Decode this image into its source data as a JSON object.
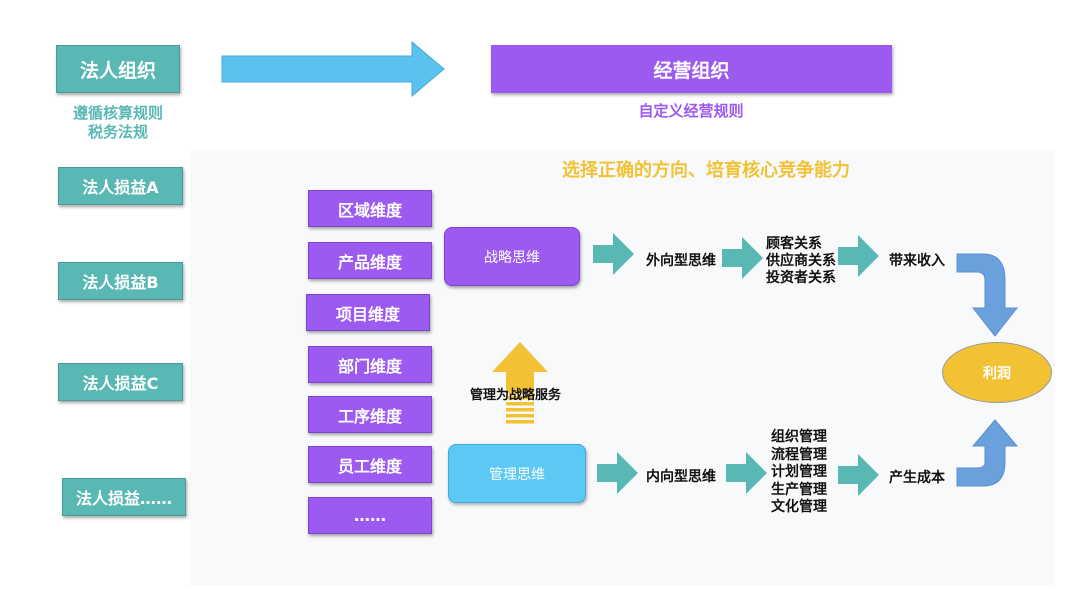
{
  "legal": {
    "title": "法人组织",
    "rules": [
      "遵循核算规则",
      "税务法规"
    ],
    "items": [
      "法人损益A",
      "法人损益B",
      "法人损益C",
      "法人损益……"
    ]
  },
  "business": {
    "title": "经营组织",
    "rule": "自定义经营规则",
    "slogan": "选择正确的方向、培育核心竞争能力"
  },
  "dimensions": [
    "区域维度",
    "产品维度",
    "项目维度",
    "部门维度",
    "工序维度",
    "员工维度",
    "……"
  ],
  "strategy": {
    "label": "战略思维",
    "type": "外向型思维",
    "relations": [
      "顾客关系",
      "供应商关系",
      "投资者关系"
    ],
    "result": "带来收入"
  },
  "management": {
    "label": "管理思维",
    "type": "内向型思维",
    "items": [
      "组织管理",
      "流程管理",
      "计划管理",
      "生产管理",
      "文化管理"
    ],
    "result": "产生成本",
    "serve": "管理为战略服务"
  },
  "profit": "利润",
  "colors": {
    "teal": "#5ab8b4",
    "purple": "#9c5af0",
    "light_blue": "#5bc8f5",
    "gold": "#f2c234",
    "blue_arrow": "#6aa0dc",
    "slogan": "#f2c234"
  }
}
